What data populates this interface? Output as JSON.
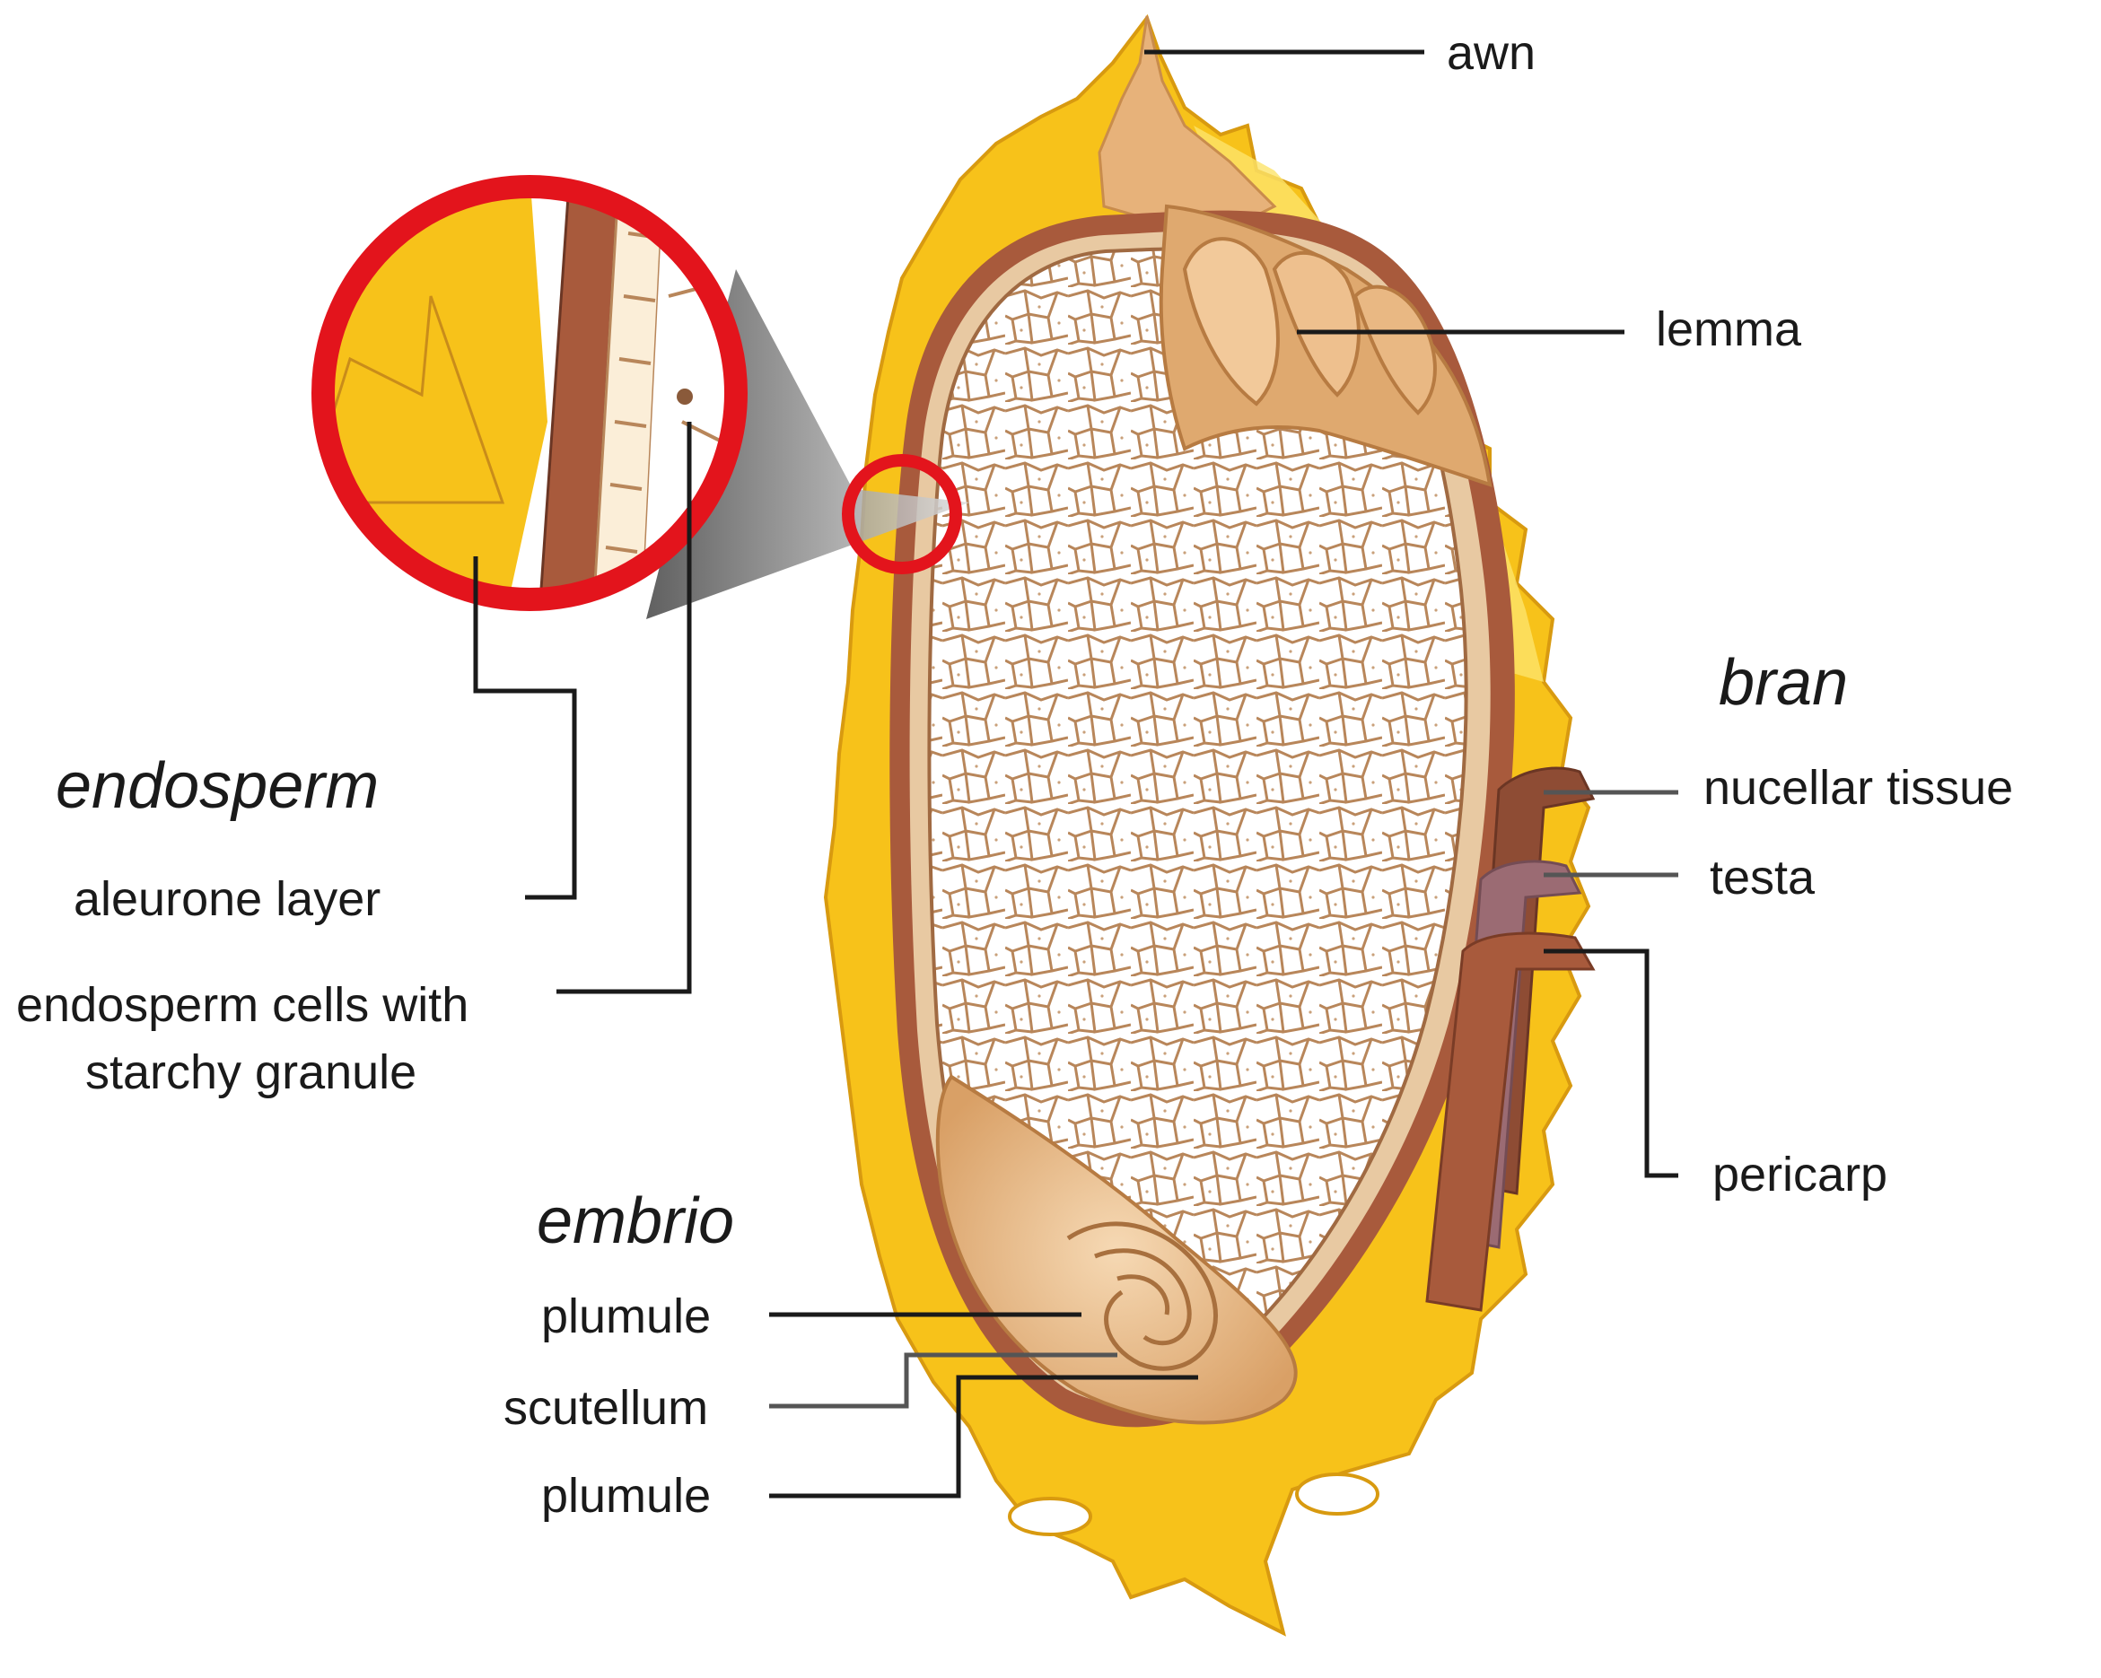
{
  "labels": {
    "awn": "awn",
    "lemma": "lemma",
    "bran": "bran",
    "nucellar_tissue": "nucellar tissue",
    "testa": "testa",
    "pericarp": "pericarp",
    "endosperm": "endosperm",
    "aleurone_layer": "aleurone layer",
    "endosperm_cells_line1": "endosperm cells with",
    "endosperm_cells_line2": "starchy granule",
    "embrio": "embrio",
    "plumule_top": "plumule",
    "scutellum": "scutellum",
    "plumule_bottom": "plumule"
  },
  "colors": {
    "husk": "#f7c21a",
    "husk_light": "#fde36a",
    "pericarp": "#a85a3c",
    "testa": "#9b6b73",
    "lemma": "#d9a066",
    "endosperm": "#ffffff",
    "cell_walls": "#b8865a",
    "zoom_ring": "#e3141c"
  }
}
